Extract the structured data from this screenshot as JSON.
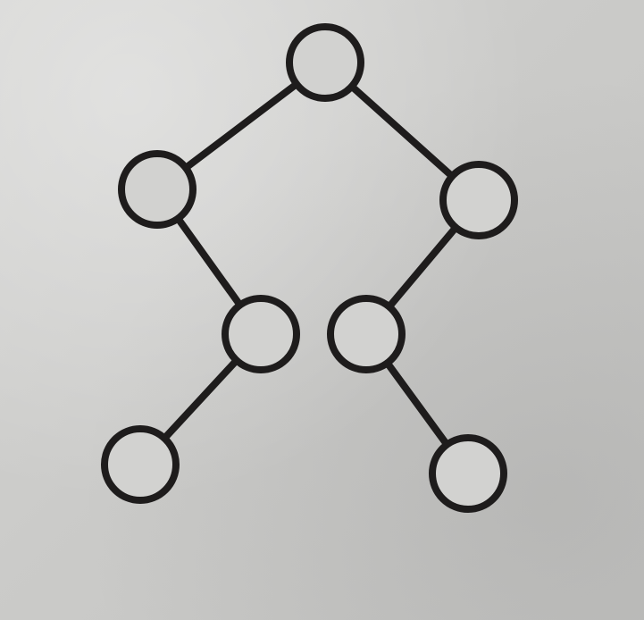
{
  "diagram": {
    "type": "binary-tree",
    "nodes": [
      {
        "id": "root",
        "label": ""
      },
      {
        "id": "left",
        "label": ""
      },
      {
        "id": "right",
        "label": ""
      },
      {
        "id": "left-right",
        "label": ""
      },
      {
        "id": "right-left",
        "label": ""
      },
      {
        "id": "left-right-left",
        "label": ""
      },
      {
        "id": "right-left-right",
        "label": ""
      }
    ],
    "edges": [
      {
        "from": "root",
        "to": "left"
      },
      {
        "from": "root",
        "to": "right"
      },
      {
        "from": "left",
        "to": "left-right"
      },
      {
        "from": "right",
        "to": "right-left"
      },
      {
        "from": "left-right",
        "to": "left-right-left"
      },
      {
        "from": "right-left",
        "to": "right-left-right"
      }
    ]
  },
  "colors": {
    "ink": "#1e1c1c",
    "node_fill": "#d2d2d0"
  }
}
